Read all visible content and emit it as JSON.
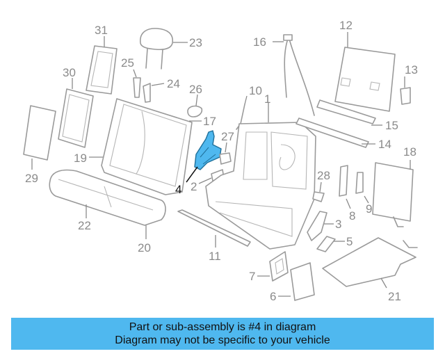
{
  "diagram": {
    "highlight_color": "#4fb8ef",
    "highlighted_callout": "4",
    "callouts": [
      {
        "id": "p1",
        "label": "1"
      },
      {
        "id": "p2",
        "label": "2"
      },
      {
        "id": "p3",
        "label": "3"
      },
      {
        "id": "p4",
        "label": "4"
      },
      {
        "id": "p5",
        "label": "5"
      },
      {
        "id": "p6",
        "label": "6"
      },
      {
        "id": "p7",
        "label": "7"
      },
      {
        "id": "p8",
        "label": "8"
      },
      {
        "id": "p9",
        "label": "9"
      },
      {
        "id": "p10",
        "label": "10"
      },
      {
        "id": "p11",
        "label": "11"
      },
      {
        "id": "p12",
        "label": "12"
      },
      {
        "id": "p13",
        "label": "13"
      },
      {
        "id": "p14",
        "label": "14"
      },
      {
        "id": "p15",
        "label": "15"
      },
      {
        "id": "p16",
        "label": "16"
      },
      {
        "id": "p17",
        "label": "17"
      },
      {
        "id": "p18",
        "label": "18"
      },
      {
        "id": "p19",
        "label": "19"
      },
      {
        "id": "p20",
        "label": "20"
      },
      {
        "id": "p21",
        "label": "21"
      },
      {
        "id": "p22",
        "label": "22"
      },
      {
        "id": "p23",
        "label": "23"
      },
      {
        "id": "p24",
        "label": "24"
      },
      {
        "id": "p25",
        "label": "25"
      },
      {
        "id": "p26",
        "label": "26"
      },
      {
        "id": "p27",
        "label": "27"
      },
      {
        "id": "p28",
        "label": "28"
      },
      {
        "id": "p29",
        "label": "29"
      },
      {
        "id": "p30",
        "label": "30"
      },
      {
        "id": "p31",
        "label": "31"
      }
    ]
  },
  "caption": {
    "line1": "Part or sub-assembly is #4 in diagram",
    "line2": "Diagram may not be specific to your vehicle"
  }
}
